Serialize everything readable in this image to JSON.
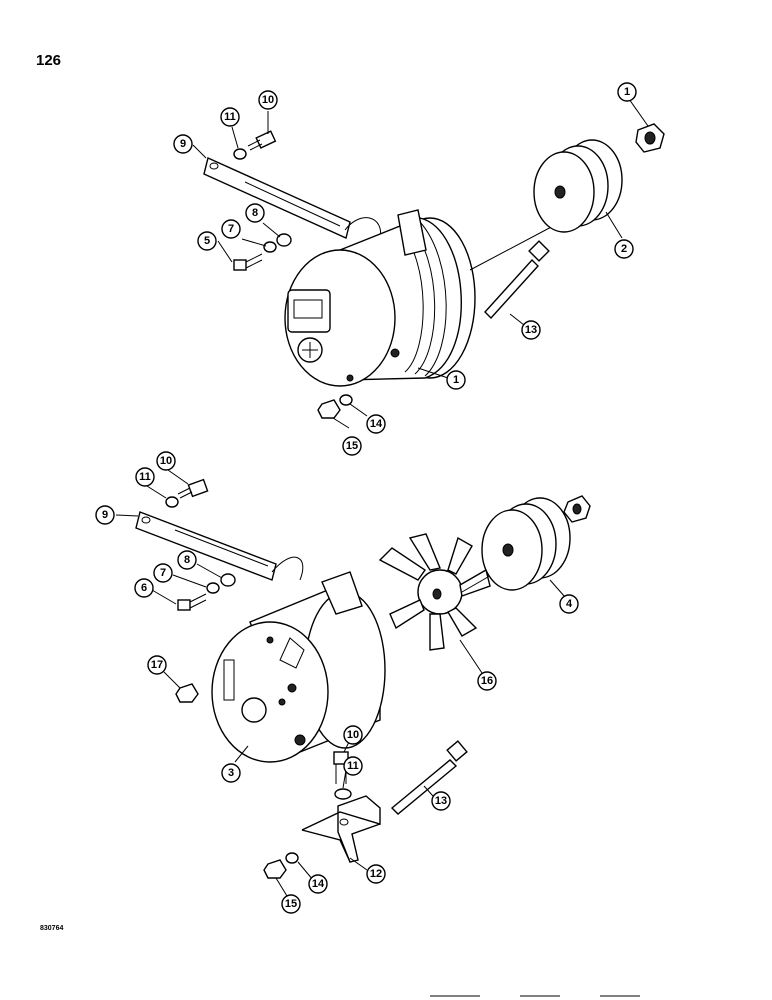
{
  "page_number": "126",
  "document_code": "830764",
  "upper_assembly": {
    "callouts": [
      "1",
      "2",
      "5",
      "7",
      "8",
      "9",
      "10",
      "11",
      "13",
      "1",
      "14",
      "15"
    ]
  },
  "lower_assembly": {
    "callouts": [
      "9",
      "10",
      "11",
      "8",
      "7",
      "6",
      "4",
      "16",
      "17",
      "3",
      "10",
      "11",
      "13",
      "12",
      "14",
      "15"
    ]
  }
}
